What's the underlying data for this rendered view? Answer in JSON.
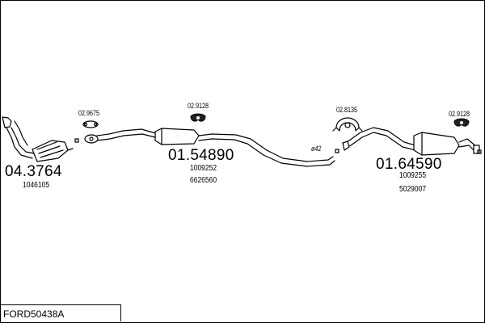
{
  "reference": "FORD50438A",
  "parts": {
    "catalyst": {
      "code": "04.3764",
      "number": "1046105"
    },
    "gasket_front": {
      "code": "02.9675"
    },
    "rubber_mount_mid": {
      "code": "02.9128"
    },
    "middle_silencer": {
      "code": "01.54890",
      "numbers": [
        "1009252",
        "6626560"
      ]
    },
    "pipe_diameter": "ø42",
    "clamp": {
      "code": "02.8135"
    },
    "rubber_mount_rear": {
      "code": "02.9128"
    },
    "rear_silencer": {
      "code": "01.64590",
      "numbers": [
        "1009255",
        "5029007"
      ]
    }
  },
  "icons": [
    "catalytic-converter-icon",
    "gasket-icon",
    "rubber-mount-icon",
    "silencer-icon",
    "clamp-icon"
  ]
}
